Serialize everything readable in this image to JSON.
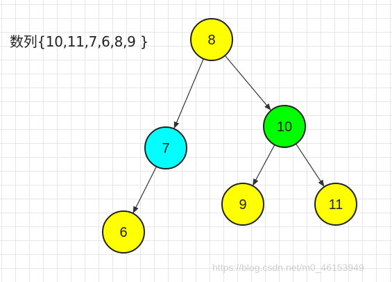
{
  "sequence_text": "数列{10,11,7,6,8,9 }",
  "nodes": [
    {
      "id": "n8",
      "label": "8",
      "fill": "#ffff00"
    },
    {
      "id": "n7",
      "label": "7",
      "fill": "#00ffff"
    },
    {
      "id": "n10",
      "label": "10",
      "fill": "#00ff00"
    },
    {
      "id": "n6",
      "label": "6",
      "fill": "#ffff00"
    },
    {
      "id": "n9",
      "label": "9",
      "fill": "#ffff00"
    },
    {
      "id": "n11",
      "label": "11",
      "fill": "#ffff00"
    }
  ],
  "edges": [
    {
      "from": "n8",
      "to": "n7"
    },
    {
      "from": "n8",
      "to": "n10"
    },
    {
      "from": "n7",
      "to": "n6"
    },
    {
      "from": "n10",
      "to": "n9"
    },
    {
      "from": "n10",
      "to": "n11"
    }
  ],
  "watermark": "https://blog.csdn.net/m0_46153949"
}
